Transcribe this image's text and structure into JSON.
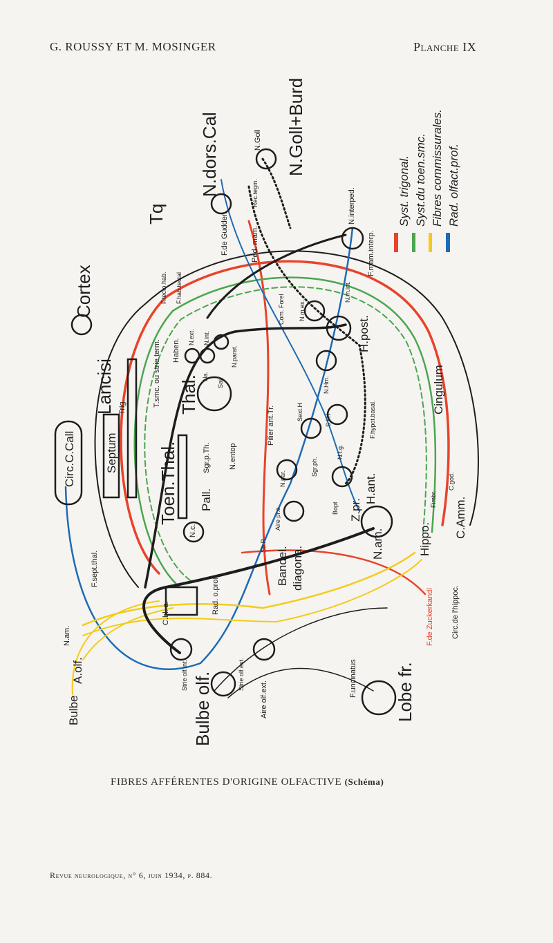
{
  "header": {
    "authors": "G. ROUSSY ET M. MOSINGER",
    "plate": "Planche IX"
  },
  "caption": {
    "title": "FIBRES AFFÉRENTES D'ORIGINE OLFACTIVE",
    "note": "(Schéma)"
  },
  "footer": "Revue neurologique, n° 6, juin 1934, p. 884.",
  "legend": [
    {
      "label": "Syst. trigonal.",
      "color": "#e8432b"
    },
    {
      "label": "Syst.du toen.smc.",
      "color": "#4aa64f"
    },
    {
      "label": "Fibres commissurales.",
      "color": "#f3cc1a"
    },
    {
      "label": "Rad. olfact.prof.",
      "color": "#1d6bb5"
    }
  ],
  "labels": {
    "cortex": "Cortex",
    "tq": "Tq",
    "n_dors_cal": "N.dors.Cal",
    "n_goll_burd": "N.Goll+Burd",
    "n_goll": "N.Goll",
    "rec_teg": "Réc.tegm.",
    "lancisi": "Lancisi",
    "septum": "Septum",
    "circ_c_call": "Circ.C.Call",
    "toen_thal": "Toen.Thal.",
    "thal": "Thal.",
    "t_smc": "T.smc. ou strie term.",
    "trig": "Trig.",
    "haben": "Haben.",
    "f_tecto_hab": "F.tecto.hab.",
    "f_hab_tectal": "F.hab.tectal",
    "f_gudden": "F.de Gudden",
    "ped_mam": "Péd. mam.",
    "n_interped": "N.interped.",
    "f_mam_interp": "F.mam.interp.",
    "h_post": "H.post.",
    "cingulum": "Cingulum",
    "pilier": "Pilier ant.Tr.",
    "h_ant": "H.ant.",
    "z_pr": "Z.pr.",
    "n_am_center": "N.am.",
    "hippo": "Hippo.",
    "c_amm": "C.Amm.",
    "fimbr": "Fimbr.",
    "c_god": "C.god.",
    "f_zuckerkandl": "F.de Zuckerkandl",
    "circ_hippoc": "Circ.de l'hippoc.",
    "lobe_fr": "Lobe fr.",
    "f_uncinatus": "F.uncinatus",
    "bandel": "Bandel.",
    "diagona": "diagona.",
    "rad_o_prof": "Rad. o.prof.",
    "c_bl": "C.bl. a.",
    "f_sept_thal": "F.sept.thal.",
    "n_am_left": "N.am.",
    "a_olf": "A.olf.",
    "bulbe": "Bulbe",
    "bulbe_olf": "Bulbe olf.",
    "strie_int": "Strie olf.int.",
    "strie_ext": "Strie olf.ext.",
    "aire_ext": "Aire olf.ext.",
    "n_c": "N.c.",
    "pall": "Pall.",
    "n_entop": "N.entop",
    "sgr_p_th": "Sgr.p.Th.",
    "aire_pre": "Aire pr.e",
    "n_par": "N.par.",
    "sgr_ph": "Sgr.ph.",
    "n_tg": "N.t.g.",
    "bopt": "Bopt",
    "sext_h": "Sext.H",
    "n_hm": "N.Hm.",
    "s_i_h": "S.i.H",
    "f_hypot": "F.hypot.basal.",
    "com_forel": "Com. Forel",
    "n_m_ex": "N.m.ex.",
    "n_m_int": "N.m.int.",
    "n_ext": "N.ext.",
    "n_int": "N.int.",
    "n_para": "N.parat.",
    "na": "Na.",
    "sai": "Sai.",
    "sb_r": "Sb.R."
  }
}
